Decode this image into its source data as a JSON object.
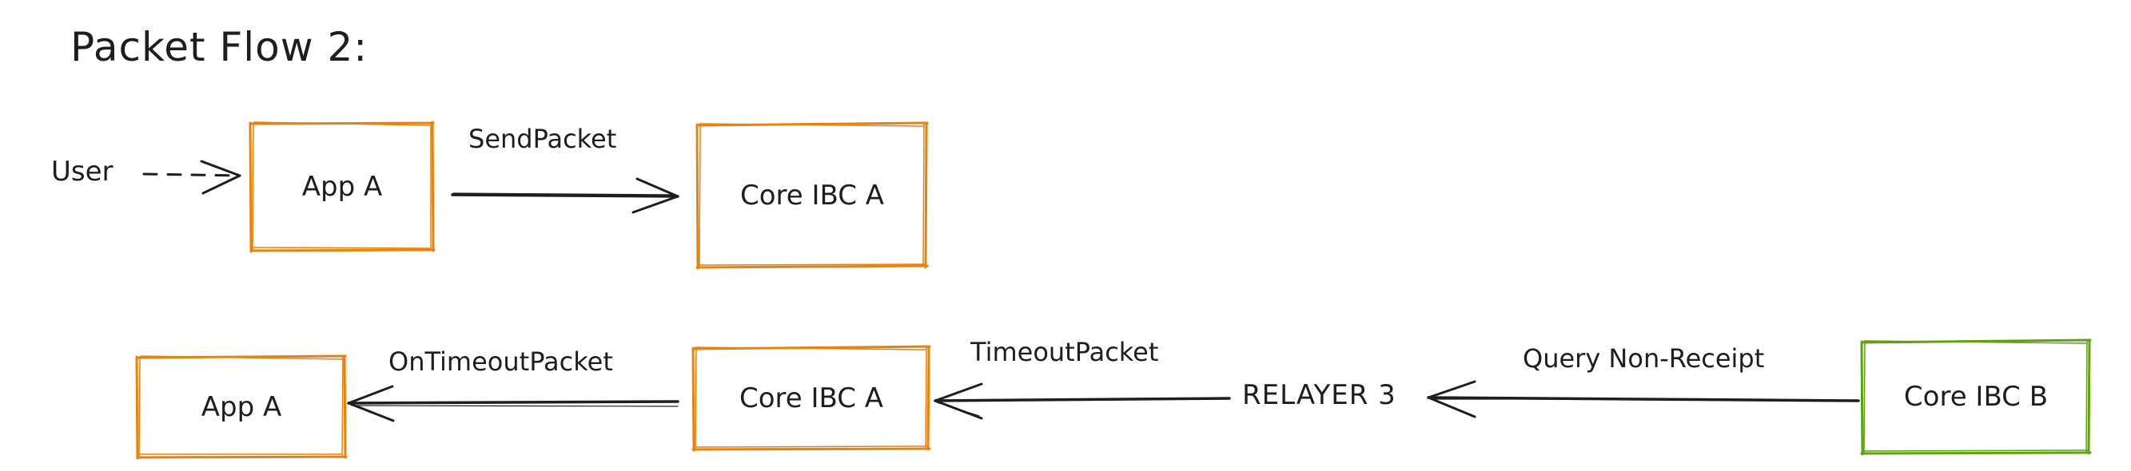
{
  "title": "Packet Flow 2:",
  "colors": {
    "app": "#e8820c",
    "core_a": "#e8820c",
    "core_b": "#5ea30f",
    "ink": "#1e1e1e"
  },
  "actors": {
    "user": "User",
    "relayer": "RELAYER 3"
  },
  "nodes": {
    "top_app_a": {
      "label": "App A",
      "color_key": "app"
    },
    "top_core_a": {
      "label": "Core IBC A",
      "color_key": "core_a"
    },
    "bottom_app_a": {
      "label": "App A",
      "color_key": "app"
    },
    "bottom_core_a": {
      "label": "Core IBC A",
      "color_key": "core_a"
    },
    "bottom_core_b": {
      "label": "Core IBC B",
      "color_key": "core_b"
    }
  },
  "edges": {
    "user_to_app": {
      "label": "",
      "style": "dashed",
      "direction": "right"
    },
    "send_packet": {
      "label": "SendPacket",
      "style": "solid",
      "direction": "right"
    },
    "query_non_receipt": {
      "label": "Query Non-Receipt",
      "style": "solid",
      "direction": "left"
    },
    "timeout_packet": {
      "label": "TimeoutPacket",
      "style": "solid",
      "direction": "left"
    },
    "on_timeout_packet": {
      "label": "OnTimeoutPacket",
      "style": "solid",
      "direction": "left"
    }
  }
}
